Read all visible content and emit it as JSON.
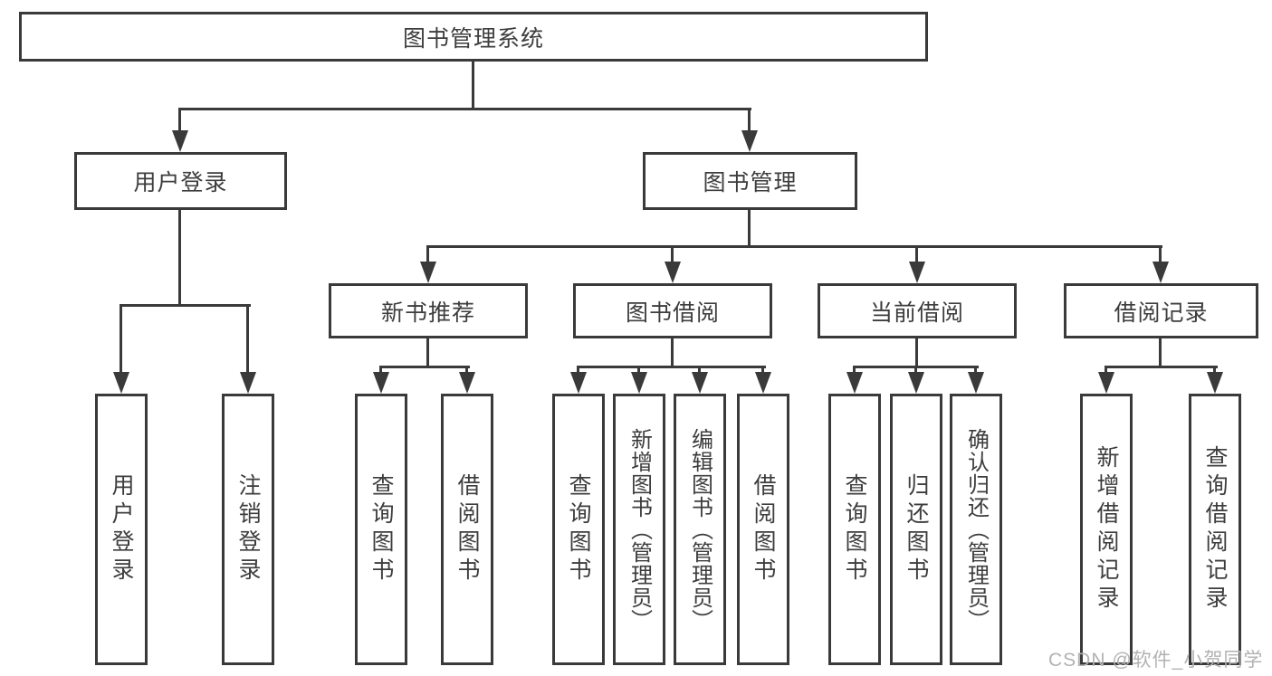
{
  "tree": {
    "label": "图书管理系统",
    "children": [
      {
        "label": "用户登录",
        "children": [
          {
            "label": "用户登录"
          },
          {
            "label": "注销登录"
          }
        ]
      },
      {
        "label": "图书管理",
        "children": [
          {
            "label": "新书推荐",
            "children": [
              {
                "label": "查询图书"
              },
              {
                "label": "借阅图书"
              }
            ]
          },
          {
            "label": "图书借阅",
            "children": [
              {
                "label": "查询图书"
              },
              {
                "label": "新增图书（管理员）"
              },
              {
                "label": "编辑图书（管理员）"
              },
              {
                "label": "借阅图书"
              }
            ]
          },
          {
            "label": "当前借阅",
            "children": [
              {
                "label": "查询图书"
              },
              {
                "label": "归还图书"
              },
              {
                "label": "确认归还（管理员）"
              }
            ]
          },
          {
            "label": "借阅记录",
            "children": [
              {
                "label": "新增借阅记录"
              },
              {
                "label": "查询借阅记录"
              }
            ]
          }
        ]
      }
    ]
  },
  "watermark": {
    "text": "CSDN @软件_小贺同学"
  },
  "colors": {
    "line": "#3a3a3a",
    "text": "#3d3d3d",
    "watermark": "#b2b2b2",
    "background": "#ffffff"
  }
}
